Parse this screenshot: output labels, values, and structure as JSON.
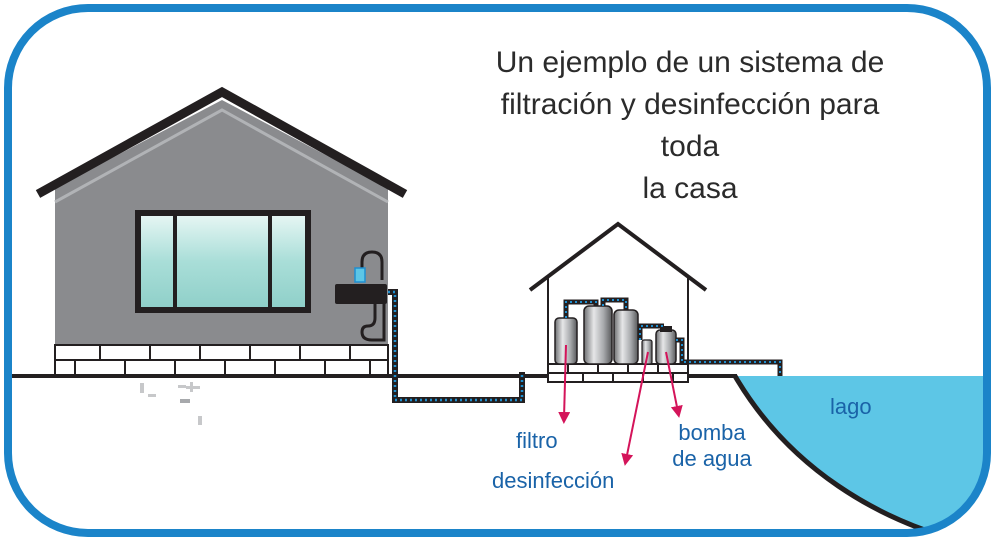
{
  "title": {
    "lines": [
      "Un ejemplo de un sistema de",
      "filtración y desinfección para toda",
      "la casa"
    ]
  },
  "labels": {
    "lake": "lago",
    "filter": "filtro",
    "disinfection": "desinfección",
    "pump": [
      "bomba",
      "de agua"
    ]
  },
  "colors": {
    "frame": "#1b84c9",
    "house_wall": "#8a8b8e",
    "roof": "#231f20",
    "window_glass": "#a9ded8",
    "water": "#5dc6e6",
    "pipe_dots": "#1f8fd0",
    "arrow": "#d4145a",
    "label": "#1a63a8"
  },
  "icons": [
    "faucet-icon",
    "water-glass-icon",
    "sink-icon",
    "water-tank-icon",
    "water-pump-icon"
  ]
}
